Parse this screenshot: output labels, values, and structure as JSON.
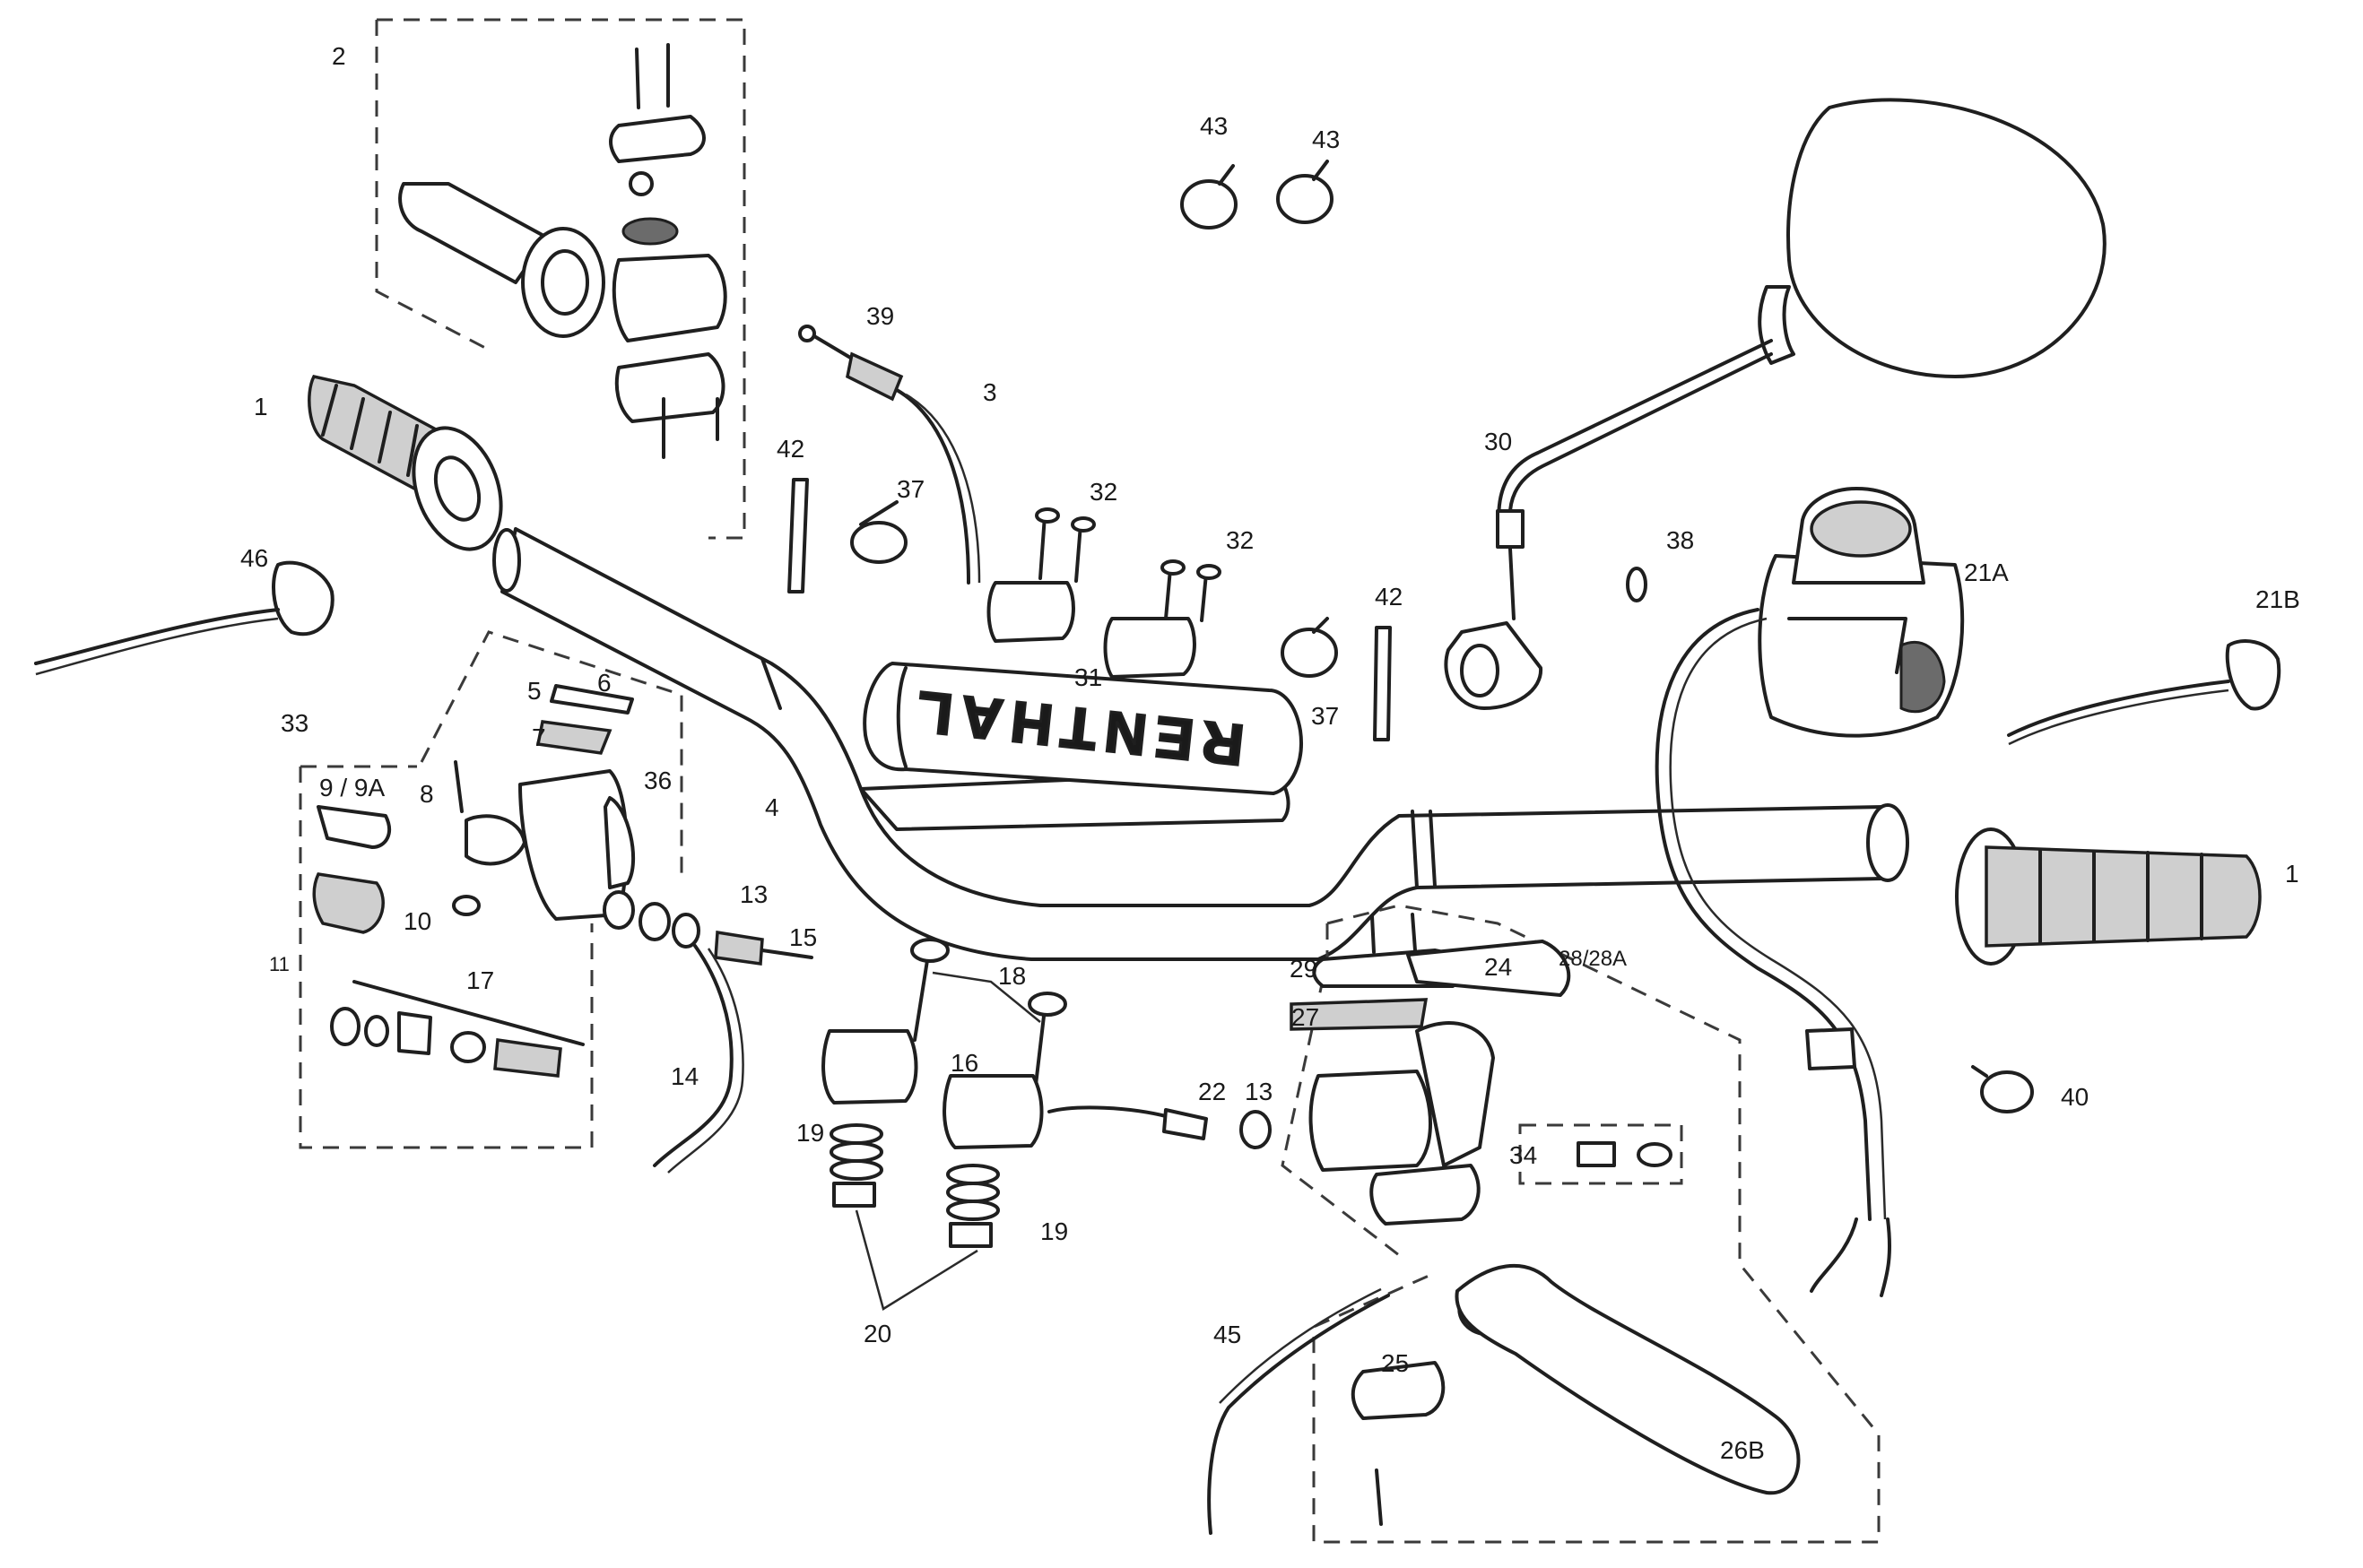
{
  "labels": {
    "l1a": "1",
    "l1b": "1",
    "l2": "2",
    "l3": "3",
    "l4": "4",
    "l5": "5",
    "l6": "6",
    "l7": "7",
    "l8": "8",
    "l9": "9 / 9A",
    "l10": "10",
    "l11": "11",
    "l13a": "13",
    "l13b": "13",
    "l14": "14",
    "l15": "15",
    "l16": "16",
    "l17": "17",
    "l18": "18",
    "l19a": "19",
    "l19b": "19",
    "l20": "20",
    "l21a": "21A",
    "l21b": "21B",
    "l22": "22",
    "l24": "24",
    "l25": "25",
    "l26b": "26B",
    "l27": "27",
    "l28": "28/28A",
    "l29": "29",
    "l30": "30",
    "l31": "31",
    "l32a": "32",
    "l32b": "32",
    "l33": "33",
    "l34": "34",
    "l36": "36",
    "l37a": "37",
    "l37b": "37",
    "l38": "38",
    "l39": "39",
    "l40": "40",
    "l42a": "42",
    "l42b": "42",
    "l43a": "43",
    "l43b": "43",
    "l45": "45",
    "l46": "46"
  },
  "pad_brand": "RENTHAL"
}
